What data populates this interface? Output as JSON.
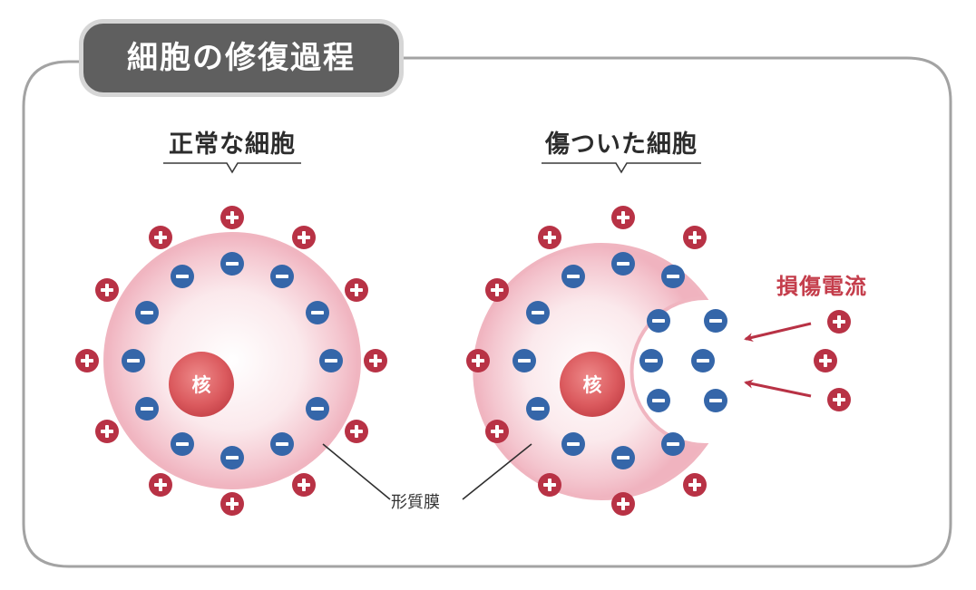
{
  "title": "細胞の修復過程",
  "cells": [
    {
      "heading": "正常な細胞",
      "nucleus_label": "核"
    },
    {
      "heading": "傷ついた細胞",
      "nucleus_label": "核"
    }
  ],
  "membrane_label": "形質膜",
  "injury_current_label": "損傷電流",
  "charges": {
    "positive_symbol": "+",
    "negative_symbol": "−"
  },
  "colors": {
    "positive": "#b83245",
    "negative": "#3566a9",
    "arrow": "#b83245",
    "cell_fill": "#f7d6dc",
    "cell_rim": "#f1b8c3",
    "nucleus": "#d9575d",
    "title_bar": "#5f5f5f",
    "frame": "#9a9a9a"
  }
}
